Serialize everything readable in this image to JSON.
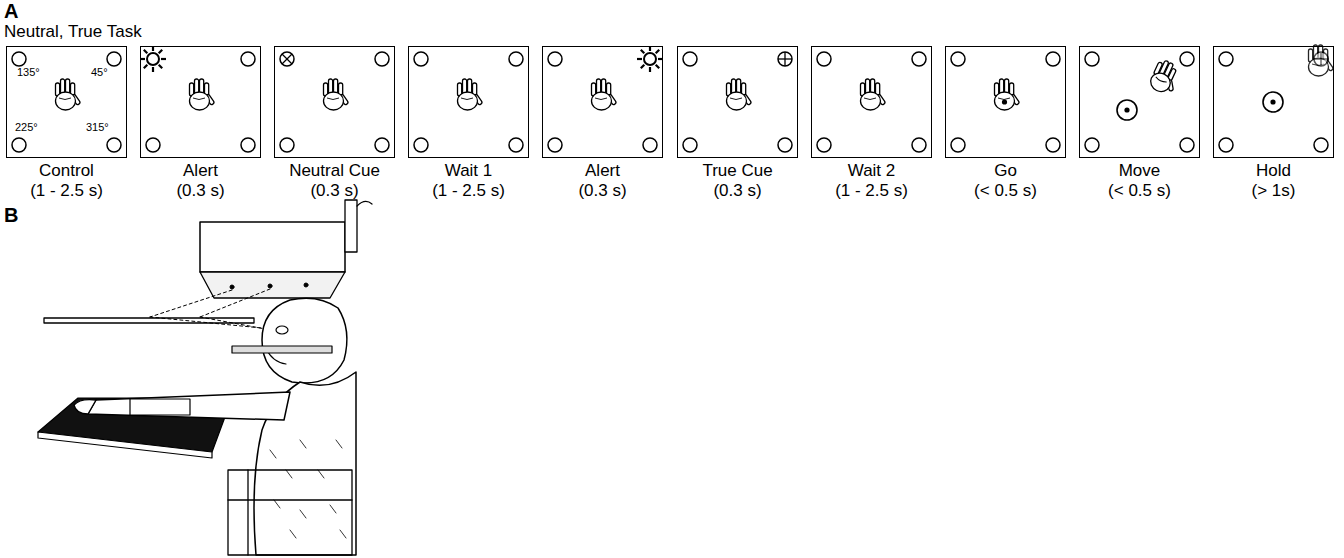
{
  "diagram": {
    "nodes": [
      {
        "text": [
          "Control",
          "(1 - 2.5 s)"
        ]
      },
      {
        "text": [
          "Alert",
          "(0.3 s)"
        ]
      },
      {
        "text": [
          "Neutral Cue",
          "(0.3 s)"
        ]
      },
      {
        "text": [
          "Wait 1",
          "(1 - 2.5 s)"
        ]
      },
      {
        "text": [
          "Alert",
          "(0.3 s)"
        ]
      },
      {
        "text": [
          "True Cue",
          "(0.3 s)"
        ]
      },
      {
        "text": [
          "Wait 2",
          "(1 - 2.5 s)"
        ]
      },
      {
        "text": [
          "Go",
          "(< 0.5 s)"
        ]
      },
      {
        "text": [
          "Move",
          "(< 0.5 s)"
        ]
      },
      {
        "text": [
          "Hold",
          "(> 1s)"
        ]
      }
    ],
    "labels": [
      "A",
      "Neutral, True Task",
      "135°",
      "45°",
      "225°",
      "315°",
      "B"
    ]
  }
}
